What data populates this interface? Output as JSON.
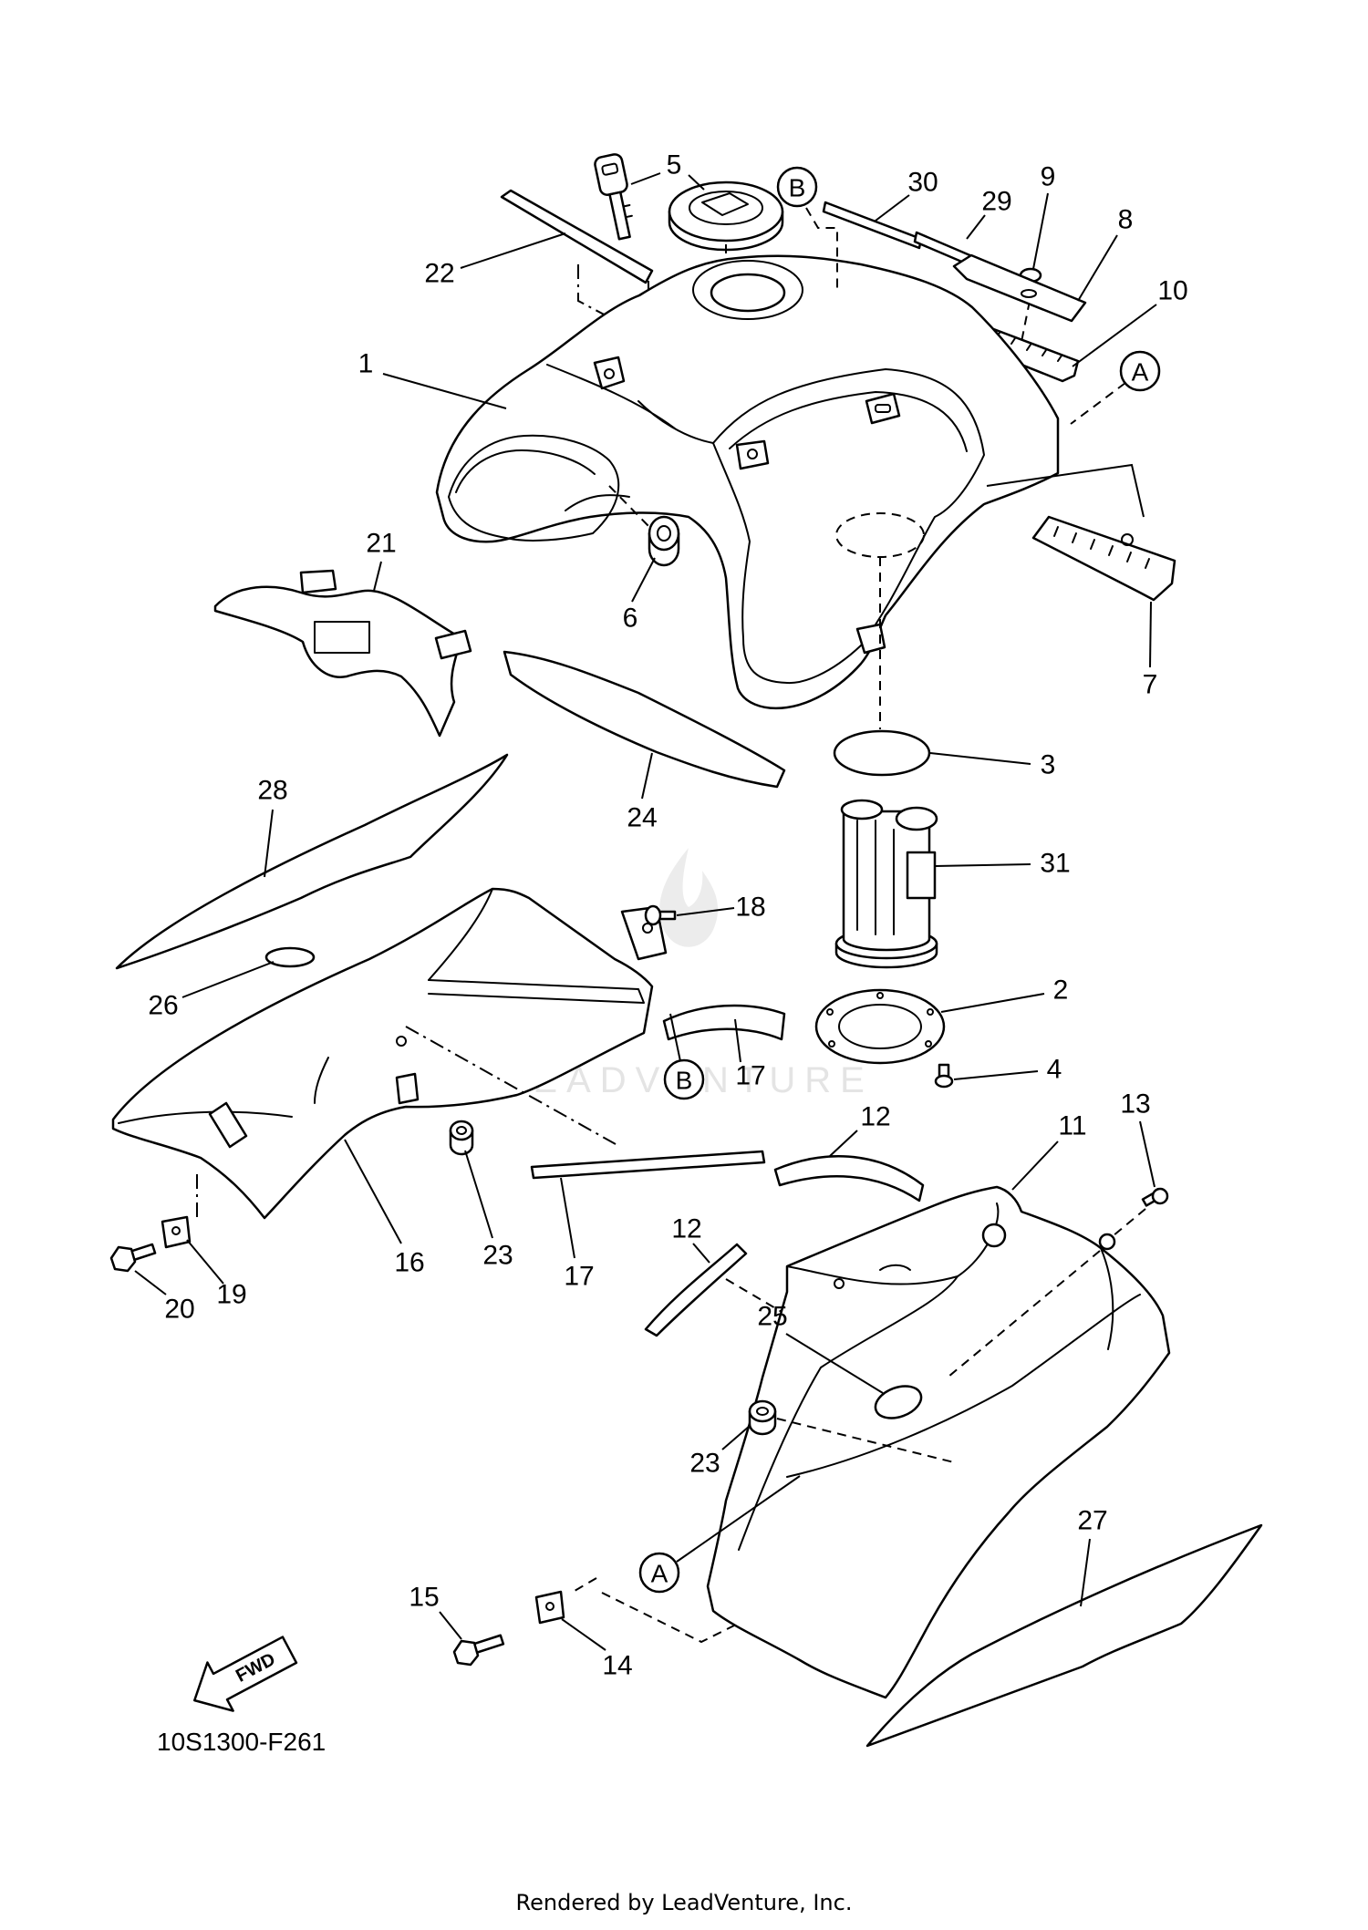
{
  "diagram_id": "10S1300-F261",
  "footer": "Rendered by LeadVenture, Inc.",
  "watermark": "LEADVENTURE",
  "fwd_label": "FWD",
  "reference_markers": {
    "a_top": "A",
    "b_top": "B",
    "b_lower": "B",
    "a_lower": "A"
  },
  "callouts": [
    "5",
    "30",
    "29",
    "9",
    "8",
    "10",
    "22",
    "1",
    "21",
    "6",
    "7",
    "3",
    "28",
    "24",
    "31",
    "18",
    "26",
    "2",
    "17",
    "4",
    "13",
    "12",
    "11",
    "16",
    "23",
    "17",
    "20",
    "19",
    "12",
    "25",
    "23",
    "27",
    "15",
    "14"
  ],
  "colors": {
    "line": "#000000",
    "background": "#ffffff",
    "watermark": "#e4e4e4"
  }
}
